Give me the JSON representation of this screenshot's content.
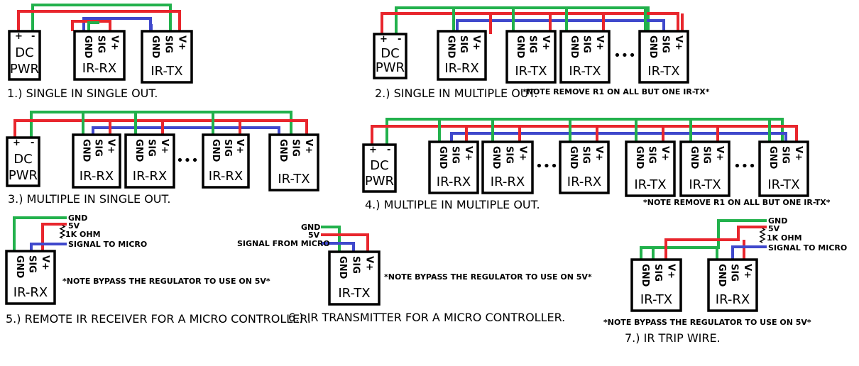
{
  "colors": {
    "power": "#e8262d",
    "ground": "#22b14c",
    "signal": "#3f48cc",
    "box": "#000000"
  },
  "labels": {
    "pwr_top": "DC",
    "pwr_bottom": "PWR",
    "plus": "+",
    "minus": "-",
    "gnd": "GND",
    "sig": "SIG",
    "vplus": "V+",
    "rx": "IR-RX",
    "tx": "IR-TX",
    "dots": "•••"
  },
  "captions": {
    "c1": "1.) SINGLE IN SINGLE OUT.",
    "c2": "2.) SINGLE IN MULTIPLE OUT.",
    "c3": "3.) MULTIPLE IN SINGLE OUT.",
    "c4": "4.) MULTIPLE IN MULTIPLE OUT.",
    "c5": "5.) REMOTE IR RECEIVER FOR A MICRO CONTROLLER.",
    "c6": "6.) IR TRANSMITTER FOR A MICRO CONTROLLER.",
    "c7": "7.) IR TRIP WIRE."
  },
  "notes": {
    "remove_r1": "*NOTE REMOVE R1 ON ALL BUT ONE IR-TX*",
    "bypass": "*NOTE BYPASS THE REGULATOR TO USE ON 5V*"
  },
  "wire_labels": {
    "gnd": "GND",
    "v5": "5V",
    "ohm": "1K OHM",
    "sig_to": "SIGNAL TO MICRO",
    "sig_from": "SIGNAL FROM MICRO"
  }
}
